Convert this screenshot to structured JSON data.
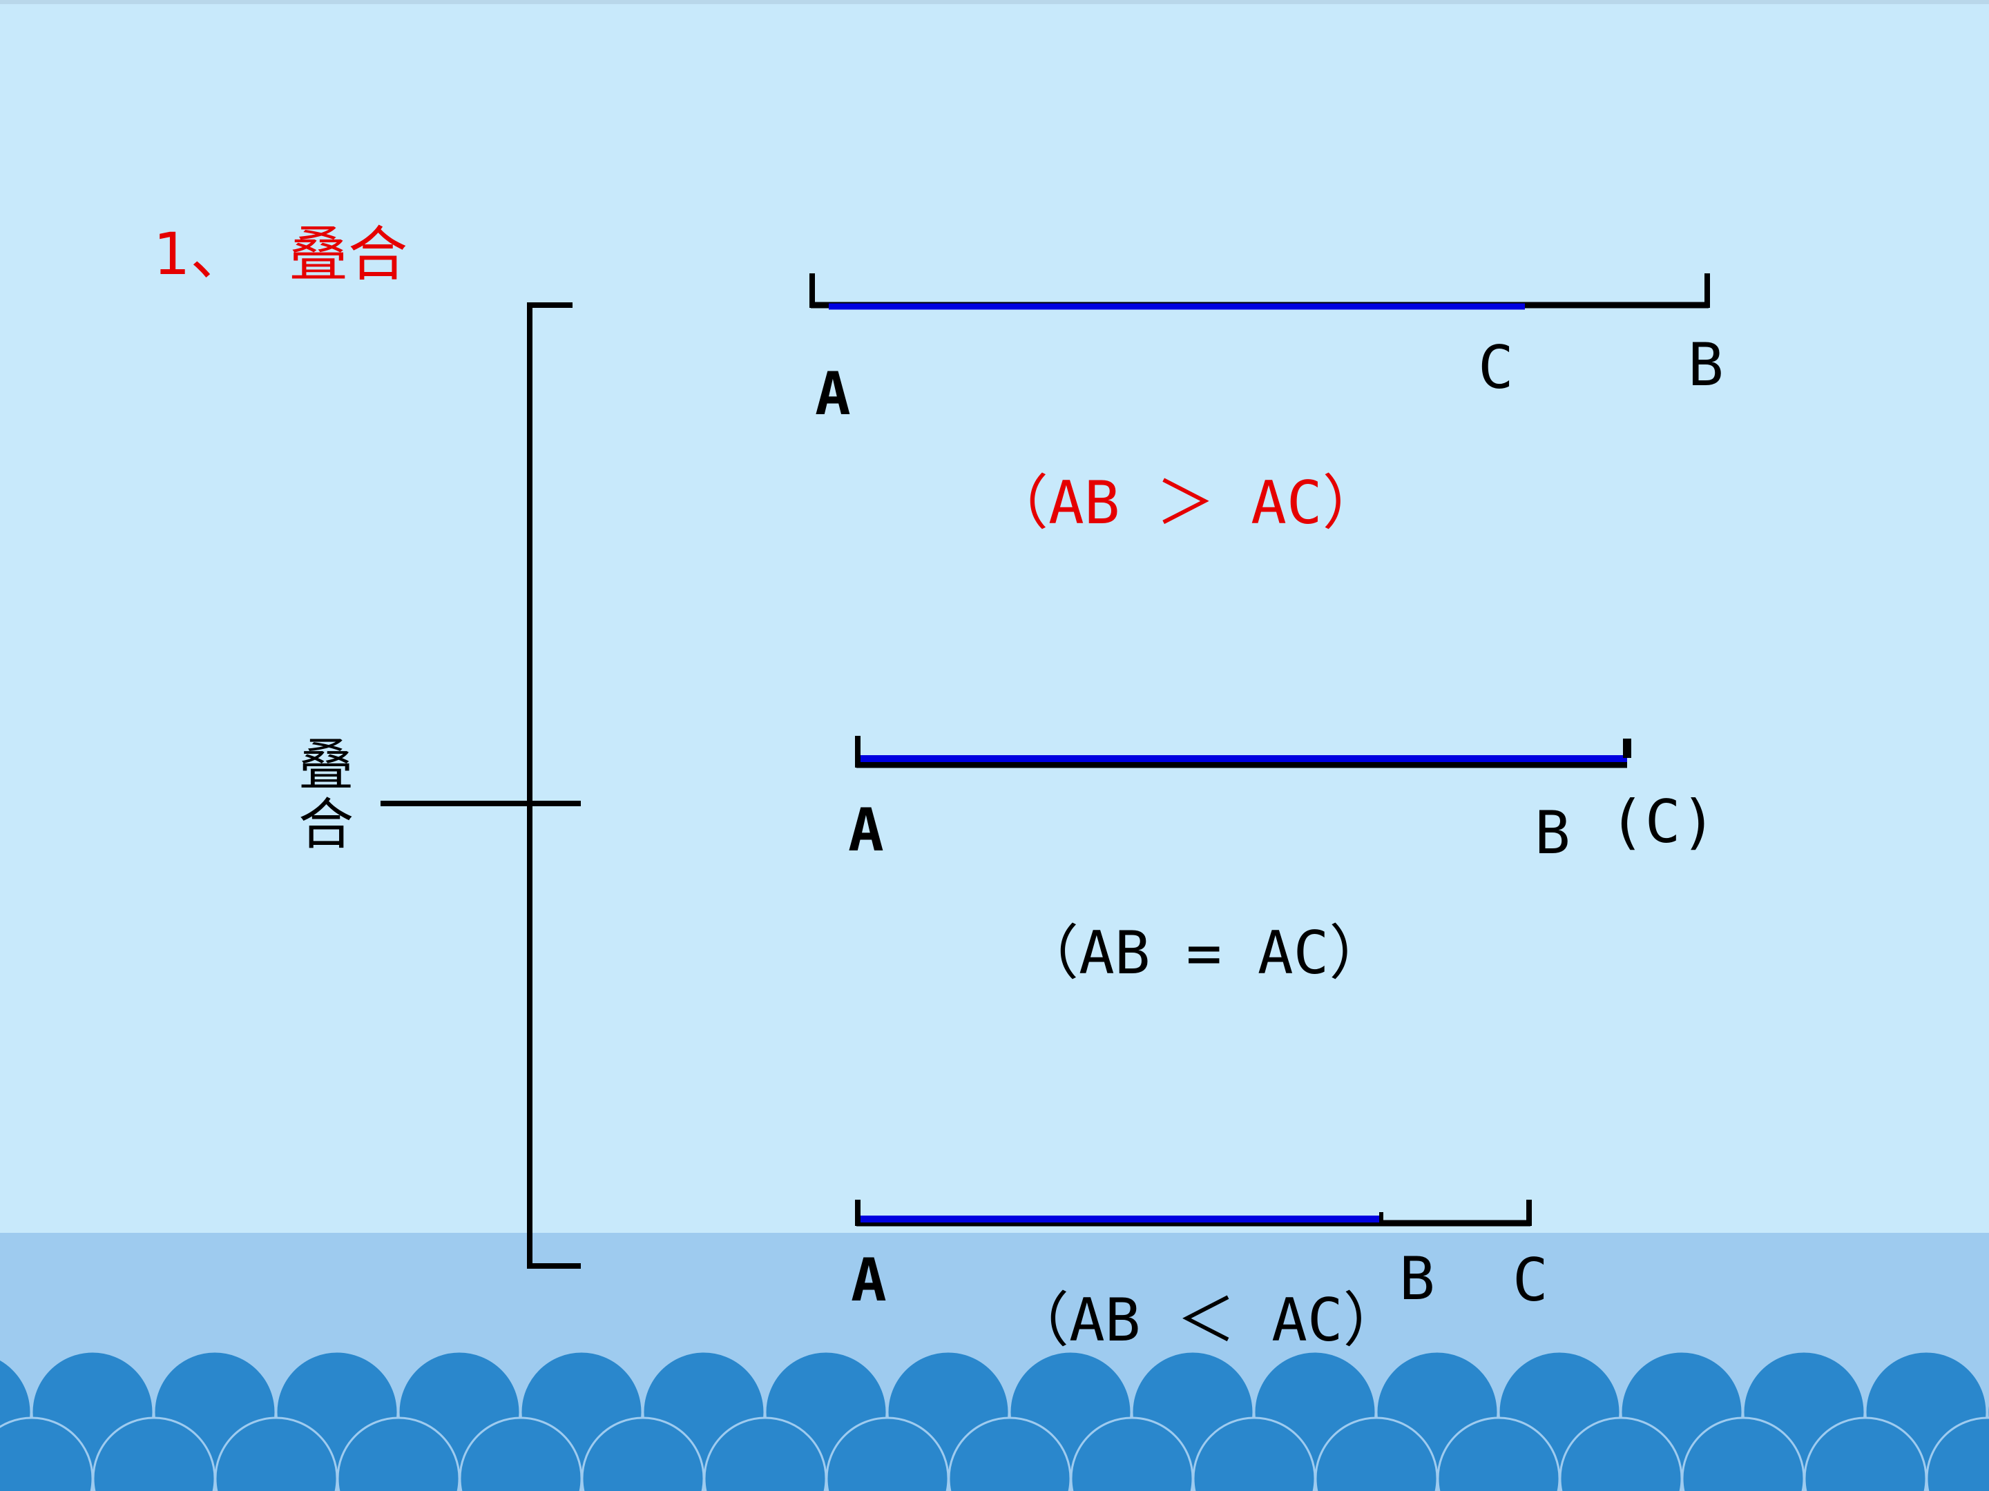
{
  "title": {
    "number": "1、",
    "text": "叠合"
  },
  "brace_label": "叠合",
  "diagrams": [
    {
      "case": "AB > AC",
      "points": [
        "A",
        "C",
        "B"
      ],
      "relation": "（AB ＞ AC）"
    },
    {
      "case": "AB = AC",
      "points": [
        "A",
        "B",
        "(C)"
      ],
      "relation": "（AB = AC）"
    },
    {
      "case": "AB < AC",
      "points": [
        "A",
        "B",
        "C"
      ],
      "relation": "（AB ＜ AC）"
    }
  ],
  "colors": {
    "background": "#c8e9fb",
    "water": "#9ecbef",
    "wave": "#2a87cc",
    "segment_black": "#000000",
    "segment_blue": "#0000e0",
    "title_red": "#e50000"
  }
}
